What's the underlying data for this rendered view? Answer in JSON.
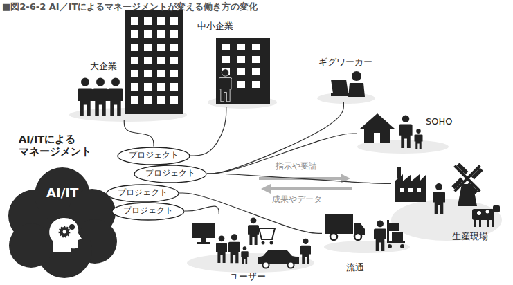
{
  "diagram": {
    "title": "■図2-6-2 AI／ITによるマネージメントが変える働き方の変化",
    "nodes": [
      {
        "text": [
          "AI/ITによる マネージメント",
          "AI/IT"
        ]
      },
      {
        "text": [
          "プロジェクト"
        ]
      },
      {
        "text": [
          "プロジェクト"
        ]
      },
      {
        "text": [
          "プロジェクト"
        ]
      },
      {
        "text": [
          "プロジェクト"
        ]
      },
      {
        "text": [
          "大企業"
        ]
      },
      {
        "text": [
          "中小企業"
        ]
      },
      {
        "text": [
          "ギグワーカー"
        ]
      },
      {
        "text": [
          "SOHO"
        ]
      },
      {
        "text": [
          "生産現場"
        ]
      },
      {
        "text": [
          "流通"
        ]
      },
      {
        "text": [
          "ユーザー"
        ]
      }
    ],
    "edges": [
      {
        "from": 1,
        "to": 5,
        "arrow": "none"
      },
      {
        "from": 1,
        "to": 6,
        "arrow": "none"
      },
      {
        "from": 2,
        "to": 7,
        "arrow": "none"
      },
      {
        "from": 2,
        "to": 8,
        "arrow": "none"
      },
      {
        "from": 2,
        "to": 9,
        "arrow": "none"
      },
      {
        "from": 3,
        "to": 10,
        "arrow": "none"
      },
      {
        "from": 4,
        "to": 11,
        "arrow": "none"
      }
    ],
    "labels": [
      "指示や要請",
      "成果やデータ"
    ]
  }
}
